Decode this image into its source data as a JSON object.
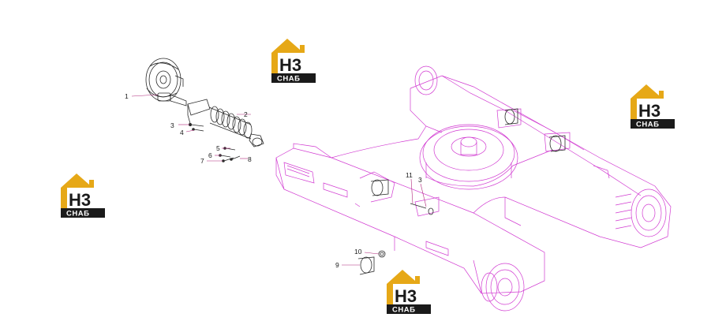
{
  "diagram": {
    "callouts": [
      {
        "id": "c1",
        "label": "1"
      },
      {
        "id": "c2",
        "label": "2"
      },
      {
        "id": "c3a",
        "label": "3"
      },
      {
        "id": "c4",
        "label": "4"
      },
      {
        "id": "c5",
        "label": "5"
      },
      {
        "id": "c6",
        "label": "6"
      },
      {
        "id": "c7",
        "label": "7"
      },
      {
        "id": "c8",
        "label": "8"
      },
      {
        "id": "c11",
        "label": "11"
      },
      {
        "id": "c3b",
        "label": "3"
      },
      {
        "id": "c10",
        "label": "10"
      },
      {
        "id": "c9",
        "label": "9"
      }
    ],
    "watermark": {
      "big": "H3",
      "small": "СНАБ"
    },
    "colors": {
      "frame": "#d13ad1",
      "parts": "#2a2a2a",
      "leader": "#b0287a",
      "logo_gold": "#e6a817",
      "logo_dark": "#1a1a1a"
    }
  }
}
